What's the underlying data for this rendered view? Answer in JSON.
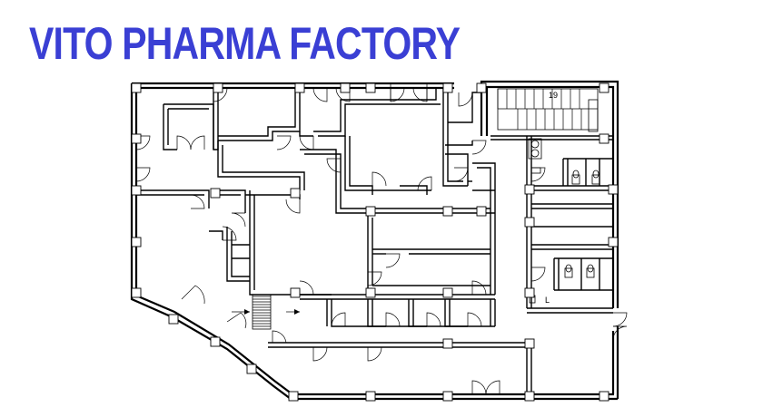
{
  "title": "VITO PHARMA FACTORY",
  "plan_labels": {
    "stair_number": "19",
    "lift_mark": "L"
  },
  "colors": {
    "title": "#3a3fd4",
    "walls": "#000000",
    "background": "#ffffff"
  }
}
